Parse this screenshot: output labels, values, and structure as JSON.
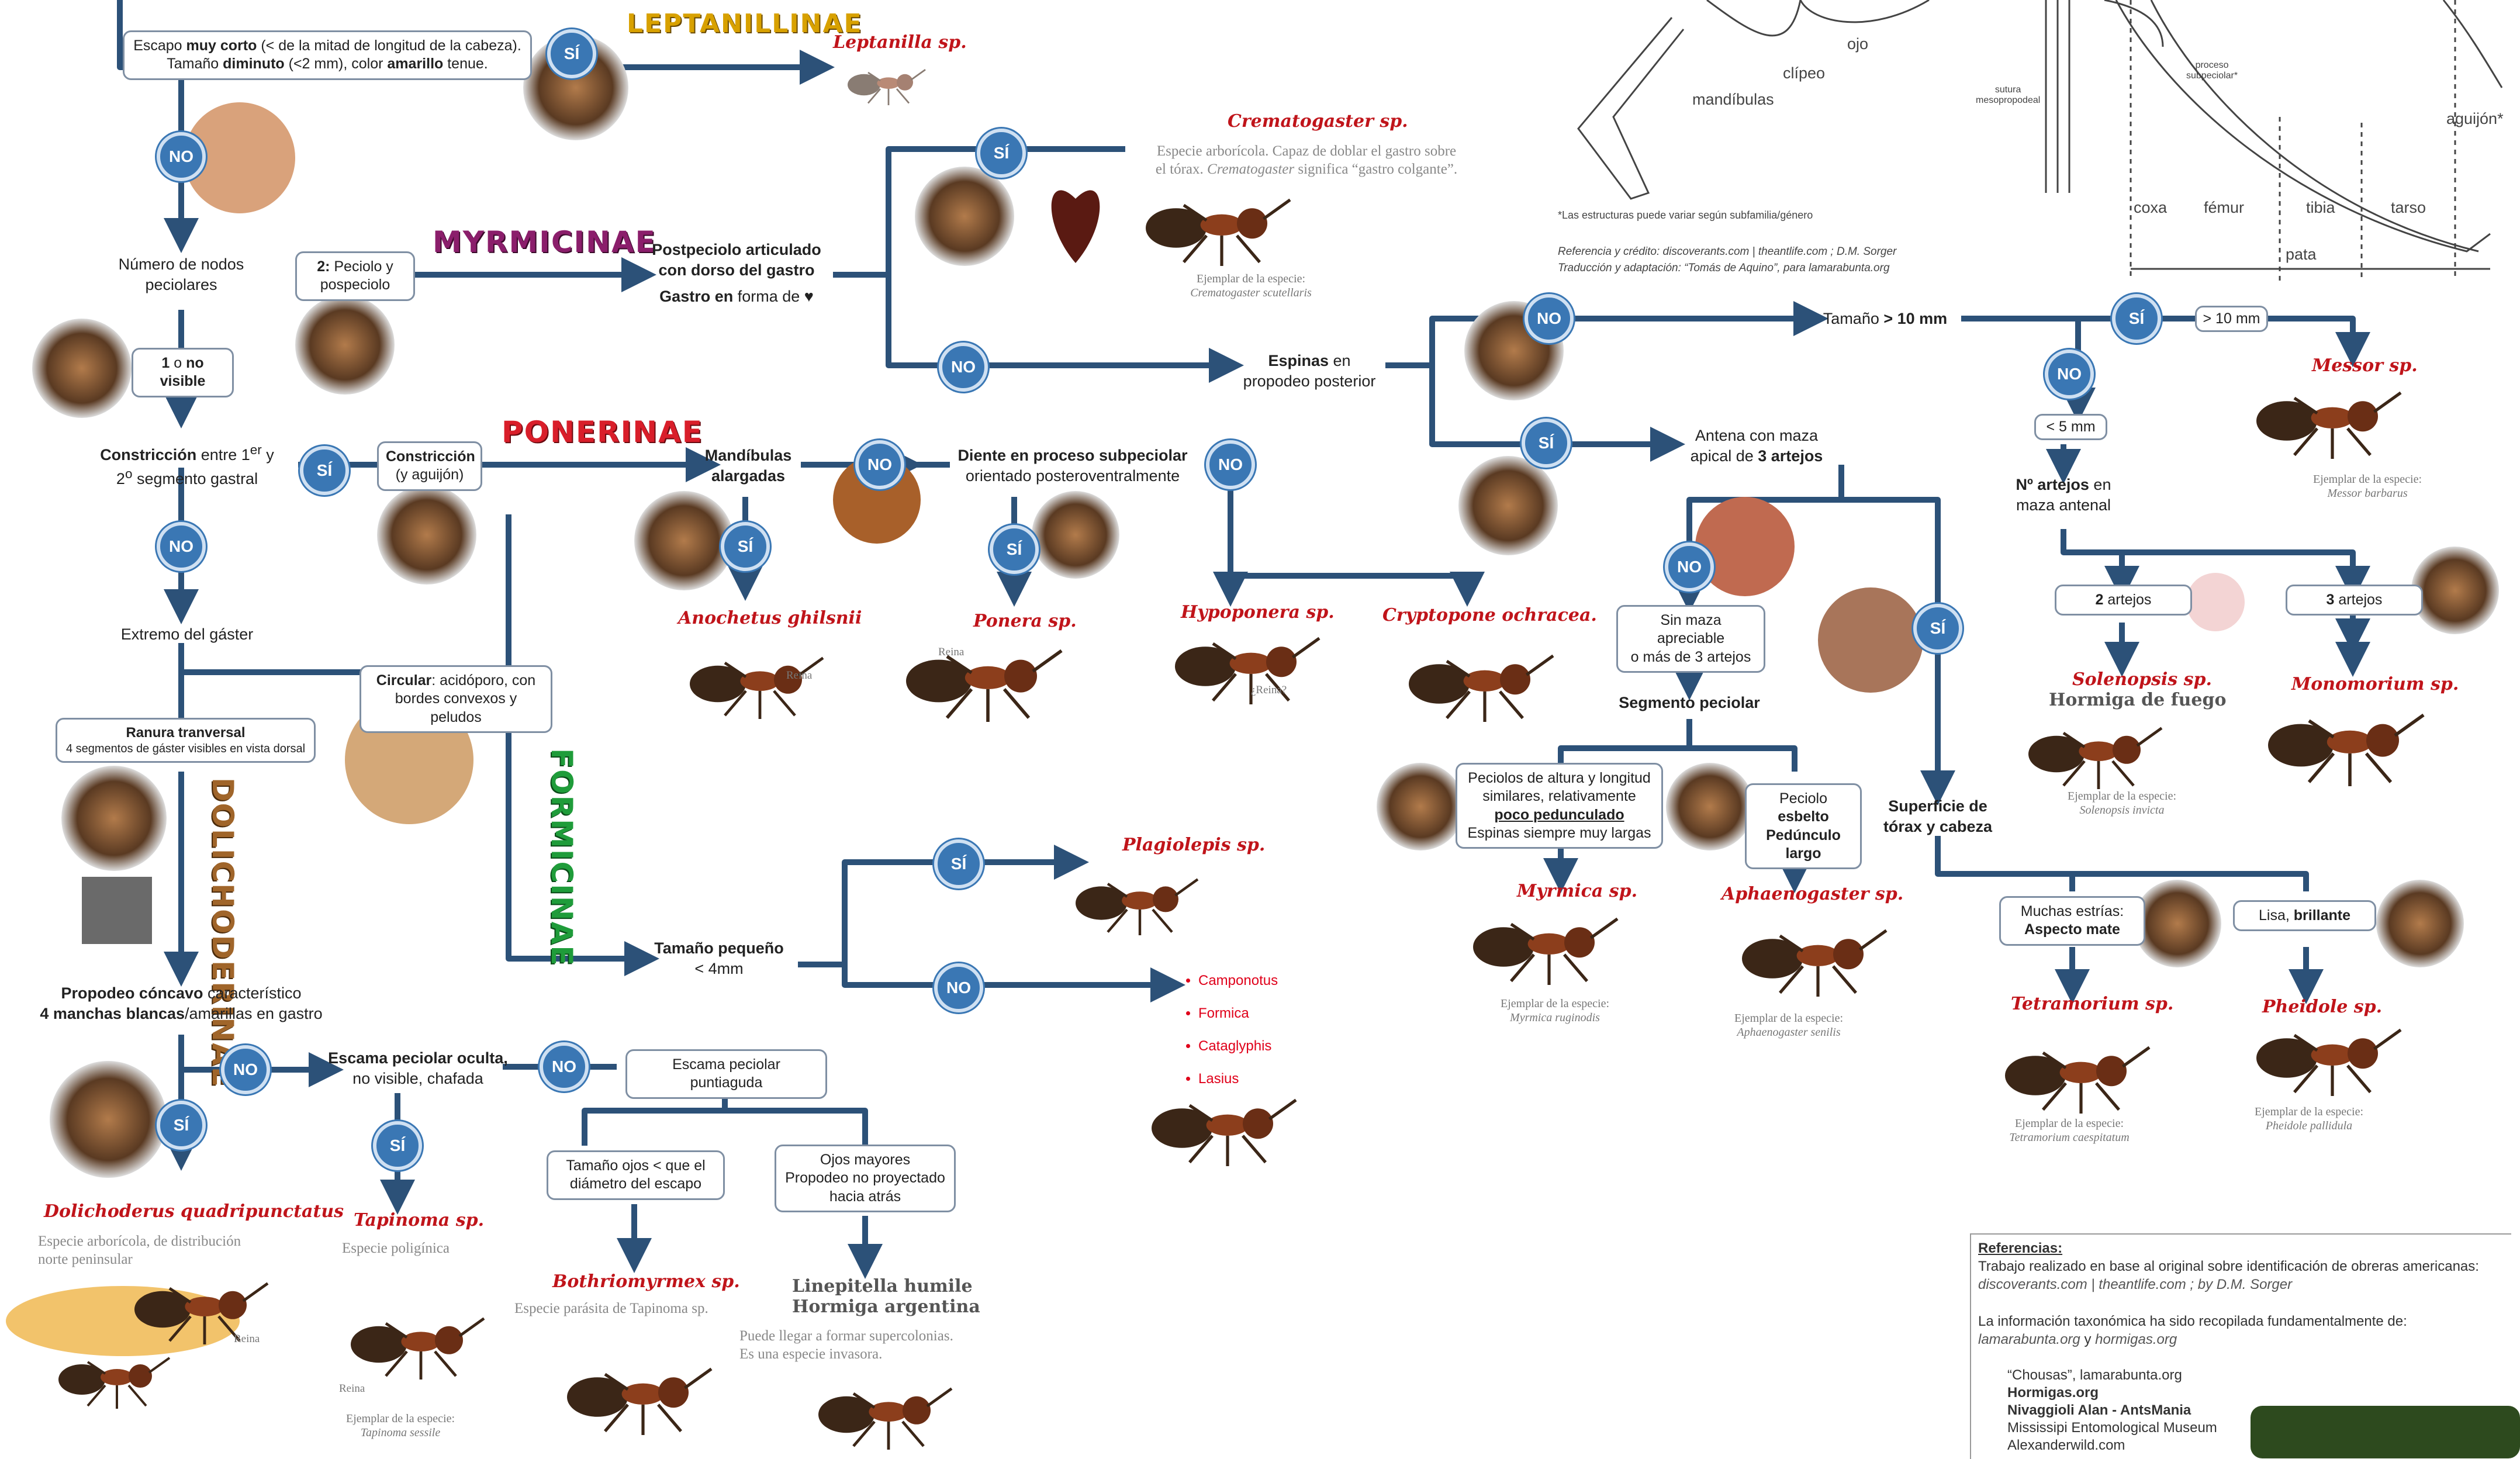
{
  "families": {
    "leptanillinae": "LEPTANILLINAE",
    "myrmicinae": "MYRMICINAE",
    "ponerinae": "PONERINAE",
    "formicinae": "FORMICINAE",
    "dolichoderinae": "DOLICHODERINAE"
  },
  "badges": {
    "yes": "SÍ",
    "no": "NO"
  },
  "nodes": {
    "escapo": {
      "l1": "Escapo ",
      "l1b": "muy corto",
      "l1c": " (< de la mitad de longitud de la cabeza).",
      "l2": "Tamaño ",
      "l2b": "diminuto",
      "l2c": " (<2 mm), color ",
      "l2d": "amarillo",
      "l2e": " tenue."
    },
    "nodos": {
      "l1": "Número de nodos",
      "l2": "peciolares"
    },
    "peciolo2": {
      "b": "2:",
      "l1": " Peciolo y",
      "l2": "pospeciolo"
    },
    "novisible": {
      "b1": "1",
      "m": " o ",
      "b2": "no visible"
    },
    "postpeciolo": {
      "l1": "Postpeciolo articulado",
      "l2": "con dorso del gastro",
      "l3b": "Gastro en",
      "l3": " forma de ♥"
    },
    "constriccion": {
      "b": "Constricción",
      "l1": " entre 1",
      "sup1": "er",
      "l1b": " y",
      "l2": "2",
      "sup2": "o",
      "l2b": " segmento gastral"
    },
    "constriccion2": {
      "b": "Constricción",
      "l2": "(y aguijón)"
    },
    "mandibulas": {
      "l1": "Mandíbulas",
      "l2": "alargadas"
    },
    "diente": {
      "l1": "Diente en proceso subpeciolar",
      "l2": "orientado posteroventralmente"
    },
    "espinas": {
      "l1": "Espinas",
      "l1b": " en",
      "l2": "propodeo posterior"
    },
    "extremo": {
      "l1": "Extremo del gáster"
    },
    "circular": {
      "b": "Circular",
      "l1": ": acidóporo, con",
      "l2": "bordes convexos y peludos"
    },
    "ranura": {
      "b": "Ranura tranversal",
      "l2": "4 segmentos de gáster visibles en vista dorsal"
    },
    "tampeq": {
      "l1": "Tamaño pequeño",
      "l2": "< 4mm"
    },
    "propodeo": {
      "l1": "Propodeo cóncavo",
      "l1b": " característico",
      "l2b": "4 manchas blancas",
      "l2": "/amarillas en gastro"
    },
    "escamaoculta": {
      "l1": "Escama peciolar oculta,",
      "l2": "no visible, chafada"
    },
    "escamapunt": {
      "l1": "Escama peciolar puntiaguda"
    },
    "ojosmen": {
      "l1": "Tamaño ojos < que el",
      "l2": "diámetro del escapo"
    },
    "ojosmay": {
      "l1": "Ojos mayores",
      "l2": "Propodeo no proyectado",
      "l3": "hacia atrás"
    },
    "tam10": {
      "l1": "Tamaño ",
      "l1b": "> 10 mm"
    },
    "antena": {
      "l1": "Antena con maza",
      "l2": "apical de ",
      "l2b": "3 artejos"
    },
    "sinmaza": {
      "l1": "Sin maza apreciable",
      "l2": "o más de 3 artejos"
    },
    "segmento": {
      "l1": "Segmento peciolar"
    },
    "peciolos": {
      "l1": "Peciolos de altura y longitud",
      "l2": "similares, relativamente",
      "l3": "poco pedunculado",
      "l4": "Espinas siempre muy largas"
    },
    "peciolo_esbelto": {
      "l1": "Peciolo ",
      "l1b": "esbelto",
      "l2": "Pedúnculo largo"
    },
    "superficie": {
      "l1": "Superficie de",
      "l2": "tórax y cabeza"
    },
    "gt10": {
      "l1": "> 10 mm"
    },
    "lt5": {
      "l1": "< 5 mm"
    },
    "artejos": {
      "l1": "Nº artejos",
      "l1b": " en",
      "l2": "maza antenal"
    },
    "dos": {
      "b": "2",
      "l1": " artejos"
    },
    "tres": {
      "b": "3",
      "l1": " artejos"
    },
    "estrias": {
      "l1": "Muchas estrías:",
      "l2": "Aspecto mate"
    },
    "lisa": {
      "l1": "Lisa, ",
      "l1b": "brillante"
    }
  },
  "species": {
    "leptanilla": "Leptanilla sp.",
    "crematogaster": "Crematogaster sp.",
    "anochetus": "Anochetus ghilsnii",
    "ponera": "Ponera sp.",
    "hypoponera": "Hypoponera sp.",
    "cryptopone": "Cryptopone ochracea.",
    "plagiolepis": "Plagiolepis sp.",
    "dolichoderus": "Dolichoderus quadripunctatus",
    "tapinoma": "Tapinoma sp.",
    "bothriomyrmex": "Bothriomyrmex sp.",
    "linepitella": "Linepitella humile",
    "linepitella_common": "Hormiga argentina",
    "messor": "Messor sp.",
    "solenopsis": "Solenopsis sp.",
    "solenopsis_common": "Hormiga de fuego",
    "monomorium": "Monomorium sp.",
    "myrmica": "Myrmica sp.",
    "aphaenogaster": "Aphaenogaster sp.",
    "tetramorium": "Tetramorium sp.",
    "pheidole": "Pheidole sp."
  },
  "descriptions": {
    "crematogaster": {
      "l1": "Especie arborícola. Capaz de doblar el gastro sobre",
      "l2a": "el tórax. ",
      "l2i": "Crematogaster",
      "l2b": " significa “gastro colgante”."
    },
    "dolichoderus": {
      "l1": "Especie arborícola, de distribución",
      "l2": "norte peninsular"
    },
    "tapinoma": "Especie poligínica",
    "bothriomyrmex": "Especie parásita de Tapinoma sp.",
    "linepitella": {
      "l1": "Puede llegar a formar supercolonias.",
      "l2": "Es una especie invasora."
    }
  },
  "examples": {
    "label": "Ejemplar de la especie:",
    "crematogaster": "Crematogaster scutellaris",
    "messor": "Messor barbarus",
    "solenopsis": "Solenopsis  invicta",
    "myrmica": "Myrmica ruginodis",
    "aphaenogaster": "Aphaenogaster senilis",
    "tetramorium": "Tetramorium caespitatum",
    "pheidole": "Pheidole pallidula",
    "tapinoma": "Tapinoma sessile"
  },
  "formicinae_genera": [
    "Camponotus",
    "Formica",
    "Cataglyphis",
    "Lasius"
  ],
  "photo_labels": {
    "reina": "Reina",
    "reina_q": "¿Reina?"
  },
  "anatomy": {
    "ojo": "ojo",
    "clipeo": "clípeo",
    "mandibulas": "mandíbulas",
    "sutura": "sutura",
    "sutura2": "mesopropodeal",
    "proceso": "proceso",
    "proceso2": "subpeciolar*",
    "aguijon": "aguijón*",
    "coxa": "coxa",
    "femur": "fémur",
    "tibia": "tibia",
    "tarso": "tarso",
    "pata": "pata"
  },
  "credits": {
    "note": "*Las estructuras puede variar según subfamilia/género",
    "l1": "Referencia y crédito: discoverants.com | theantlife.com ; D.M. Sorger",
    "l2": "Traducción y adaptación: “Tomás de Aquino”, para lamarabunta.org"
  },
  "references": {
    "title": "Referencias:",
    "l1": "Trabajo realizado en base al original sobre identificación de obreras americanas:",
    "l2": "discoverants.com | theantlife.com ; by D.M. Sorger",
    "l3": "La información taxonómica ha sido recopilada fundamentalmente de:",
    "l4a": "lamarabunta.org",
    "l4b": " y ",
    "l4c": "hormigas.org",
    "items": [
      "“Chousas”, lamarabunta.org",
      "Hormigas.org",
      "Nivaggioli Alan - AntsMania",
      "Mississipi Entomological Museum",
      "Alexanderwild.com"
    ]
  },
  "colors": {
    "arrow": "#2c5178",
    "badge": "#3a77b4",
    "species": "#c0141a",
    "myrmicinae": "#8b1e6b",
    "ponerinae": "#d91e2a",
    "formicinae": "#1f9c3a",
    "leptanillinae": "#d8a100",
    "dolichoderinae": "#a0652a"
  }
}
